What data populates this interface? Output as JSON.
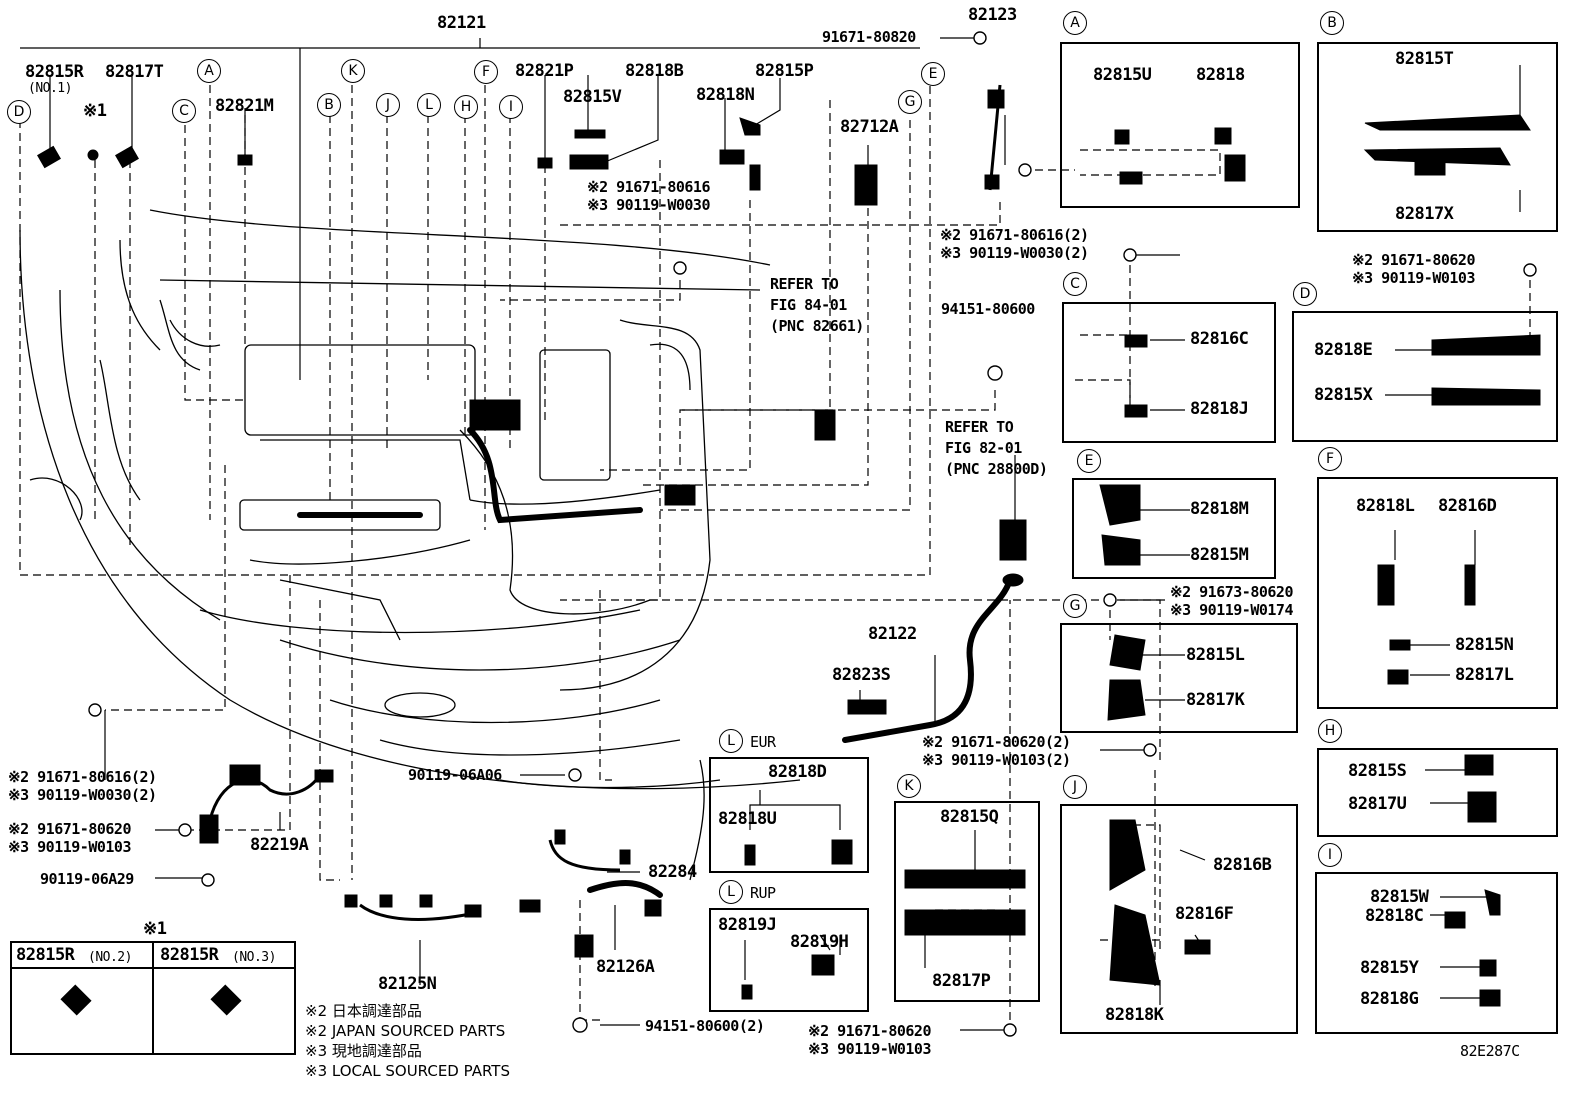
{
  "diagram_code": "82E287C",
  "main": {
    "p82121": "82121",
    "p82815R": "82815R",
    "p82815R_sub": "(NO.1)",
    "p82817T": "82817T",
    "star1": "※1",
    "p82821M": "82821M",
    "p82821P": "82821P",
    "p82818B": "82818B",
    "p82815V": "82815V",
    "p82815P": "82815P",
    "p82818N": "82818N",
    "p82712A": "82712A",
    "p91671_80820": "91671-80820",
    "p82123": "82123",
    "callout_mid_1": "※2 91671-80616",
    "callout_mid_2": "※3 90119-W0030",
    "callout_upper_right_1": "※2 91671-80616(2)",
    "callout_upper_right_2": "※3 90119-W0030(2)",
    "refer1_l1": "REFER TO",
    "refer1_l2": "FIG 84-01",
    "refer1_l3": "(PNC 82661)",
    "p94151_80600": "94151-80600",
    "refer2_l1": "REFER TO",
    "refer2_l2": "FIG 82-01",
    "refer2_l3": "(PNC 28800D)",
    "p82122": "82122",
    "p82823S": "82823S",
    "callout_lower_mid_1": "※2 91671-80620(2)",
    "callout_lower_mid_2": "※3 90119-W0103(2)",
    "callout_left_1": "※2 91671-80616(2)",
    "callout_left_2": "※3 90119-W0030(2)",
    "callout_left2_1": "※2 91671-80620",
    "callout_left2_2": "※3 90119-W0103",
    "p82219A": "82219A",
    "p90119_06A29": "90119-06A29",
    "p90119_06A06": "90119-06A06",
    "p82284": "82284",
    "p82125N": "82125N",
    "p82126A": "82126A",
    "p94151_80600_2": "94151-80600(2)",
    "callout_bottom_1": "※2 91671-80620",
    "callout_bottom_2": "※3 90119-W0103"
  },
  "circle_letters": [
    "A",
    "B",
    "C",
    "D",
    "E",
    "F",
    "G",
    "H",
    "I",
    "J",
    "K",
    "L"
  ],
  "insets": {
    "A": {
      "letter": "A",
      "parts": [
        "82815U",
        "82818"
      ]
    },
    "B": {
      "letter": "B",
      "parts": [
        "82815T",
        "82817X"
      ]
    },
    "C": {
      "letter": "C",
      "parts": [
        "82816C",
        "82818J"
      ]
    },
    "D": {
      "letter": "D",
      "parts": [
        "82818E",
        "82815X"
      ],
      "callout": [
        "※2 91671-80620",
        "※3 90119-W0103"
      ]
    },
    "E": {
      "letter": "E",
      "parts": [
        "82818M",
        "82815M"
      ]
    },
    "F": {
      "letter": "F",
      "parts": [
        "82818L",
        "82816D",
        "82815N",
        "82817L"
      ]
    },
    "G": {
      "letter": "G",
      "parts": [
        "82815L",
        "82817K"
      ],
      "callout": [
        "※2 91673-80620",
        "※3 90119-W0174"
      ]
    },
    "H": {
      "letter": "H",
      "parts": [
        "82815S",
        "82817U"
      ]
    },
    "I": {
      "letter": "I",
      "parts": [
        "82815W",
        "82818C",
        "82815Y",
        "82818G"
      ]
    },
    "J": {
      "letter": "J",
      "parts": [
        "82816B",
        "82816F",
        "82818K"
      ]
    },
    "K": {
      "letter": "K",
      "parts": [
        "82815Q",
        "82817P"
      ]
    },
    "L_EUR": {
      "letter": "L",
      "region": "EUR",
      "parts": [
        "82818D",
        "82818U"
      ]
    },
    "L_RUP": {
      "letter": "L",
      "region": "RUP",
      "parts": [
        "82819J",
        "82819H"
      ]
    }
  },
  "star1_box": {
    "title": "※1",
    "cells": [
      {
        "part": "82815R",
        "sub": "(NO.2)"
      },
      {
        "part": "82815R",
        "sub": "(NO.3)"
      }
    ]
  },
  "notes": [
    "※2 日本調達部品",
    "※2 JAPAN SOURCED PARTS",
    "※3 現地調達部品",
    "※3 LOCAL SOURCED PARTS"
  ]
}
